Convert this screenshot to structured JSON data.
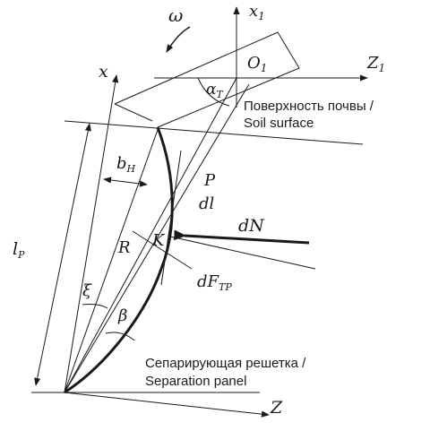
{
  "labels": {
    "omega": "ω",
    "x1_axis": "x",
    "x1_sub": "1",
    "z1_axis": "Z",
    "z1_sub": "1",
    "o1": "O",
    "o1_sub": "1",
    "alpha": "α",
    "alpha_sub": "Т",
    "x_axis": "x",
    "z_axis": "Z",
    "bh": "b",
    "bh_sub": "H",
    "p": "P",
    "dl": "dl",
    "dn": "dN",
    "k": "K",
    "r": "R",
    "dftr": "dF",
    "dftr_sub": "TP",
    "lp": "l",
    "lp_sub": "P",
    "xi": "ξ",
    "beta": "β"
  },
  "captions": {
    "soil_ru": "Поверхность почвы /",
    "soil_en": "Soil surface",
    "panel_ru": "Сепарирующая решетка /",
    "panel_en": "Separation panel"
  }
}
